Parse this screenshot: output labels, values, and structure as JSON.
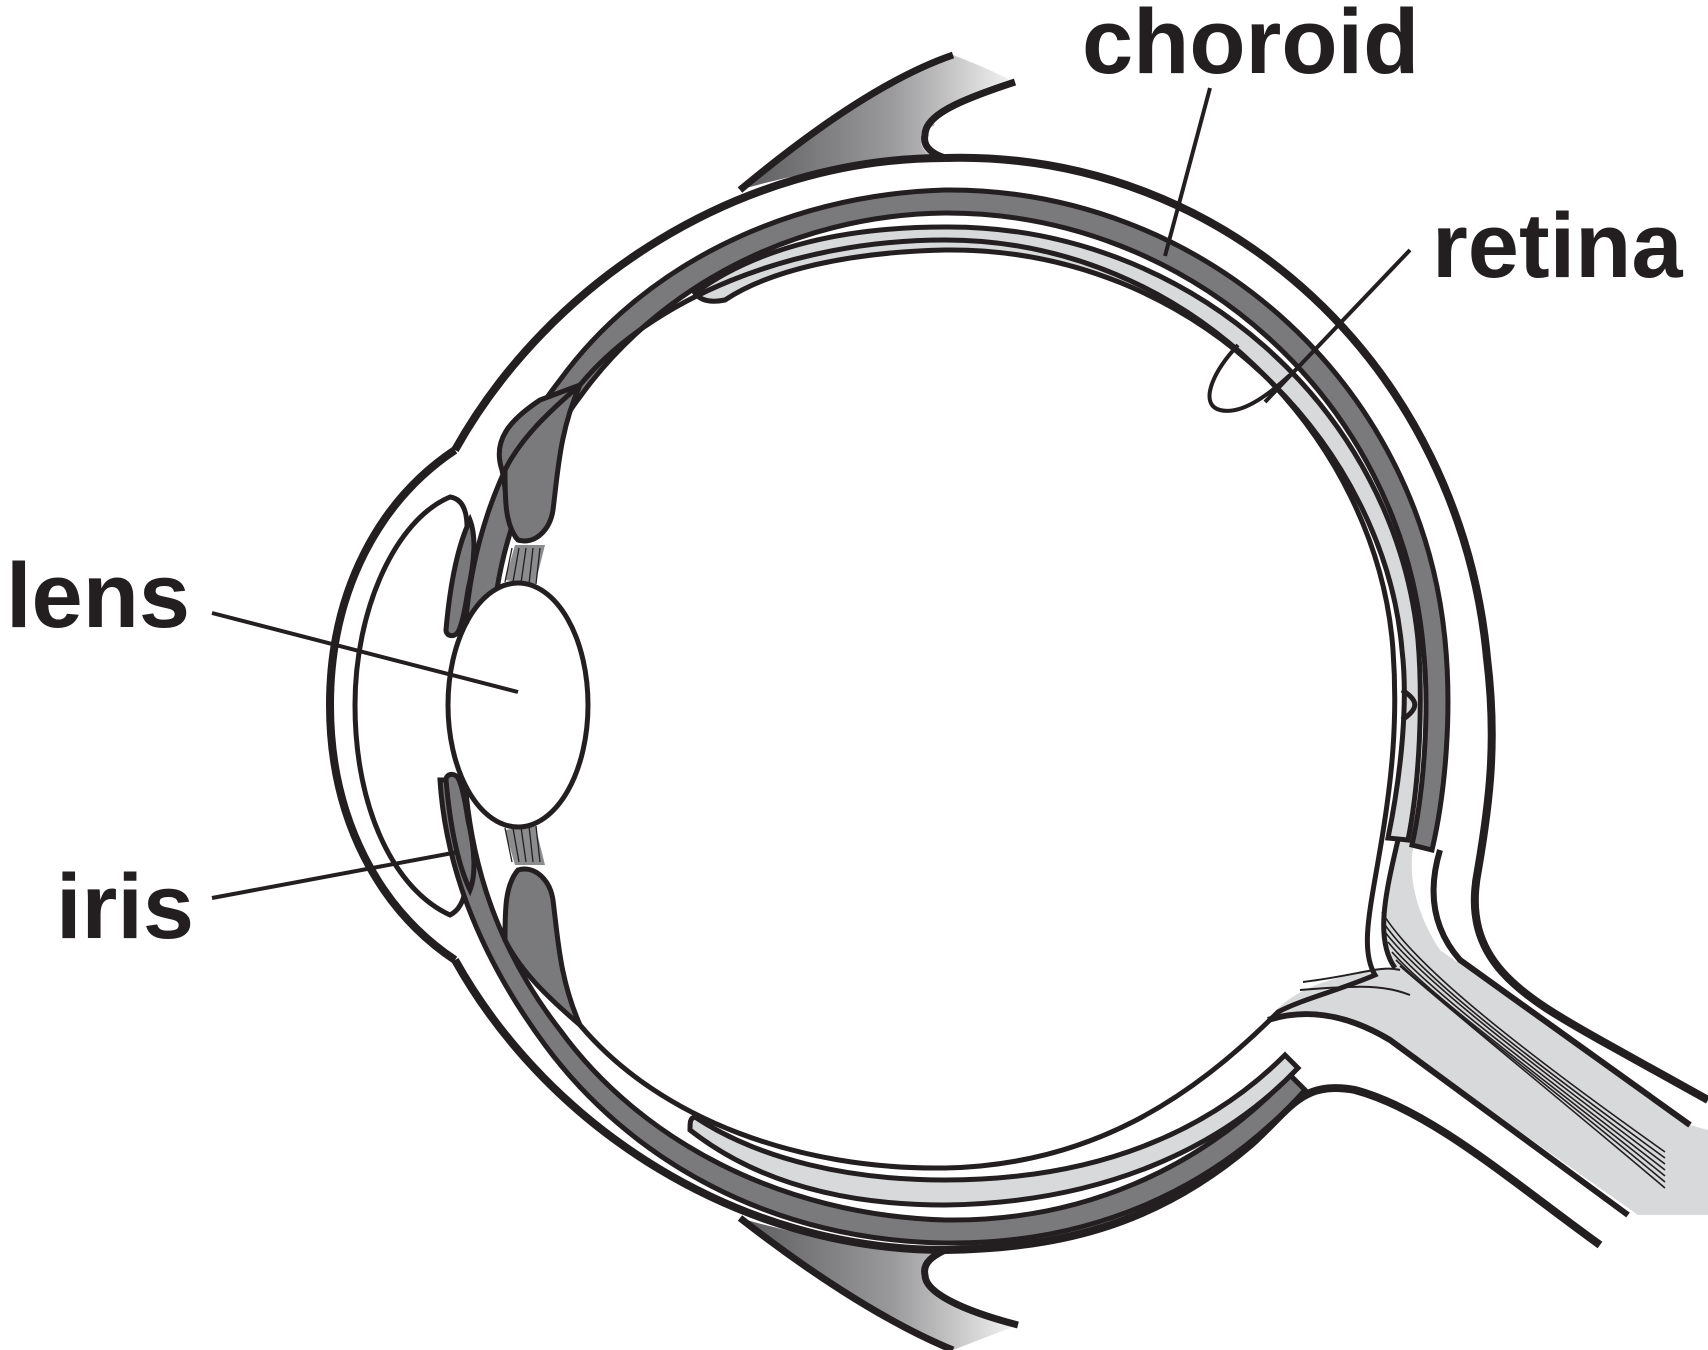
{
  "diagram": {
    "labels": {
      "choroid": "choroid",
      "retina": "retina",
      "lens": "lens",
      "iris": "iris"
    },
    "colors": {
      "ink": "#231f20",
      "choroid_fill": "#7a7a7d",
      "retina_fill": "#d8d9da",
      "background": "#ffffff"
    }
  }
}
